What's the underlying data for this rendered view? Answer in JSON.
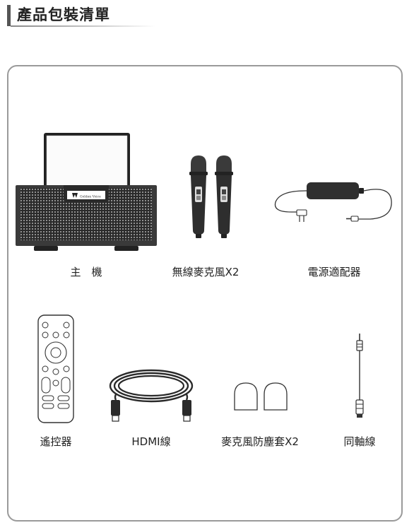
{
  "header": {
    "title": "產品包裝清單"
  },
  "brand": {
    "logo_text": "Golden Voice"
  },
  "items": [
    {
      "label": "主　機",
      "icon": "karaoke-console-icon"
    },
    {
      "label": "無線麥克風X2",
      "icon": "wireless-microphone-icon"
    },
    {
      "label": "電源適配器",
      "icon": "power-adapter-icon"
    },
    {
      "label": "遙控器",
      "icon": "remote-control-icon"
    },
    {
      "label": "HDMI線",
      "icon": "hdmi-cable-icon"
    },
    {
      "label": "麥克風防塵套X2",
      "icon": "microphone-cover-icon"
    },
    {
      "label": "同軸線",
      "icon": "coaxial-cable-icon"
    }
  ]
}
